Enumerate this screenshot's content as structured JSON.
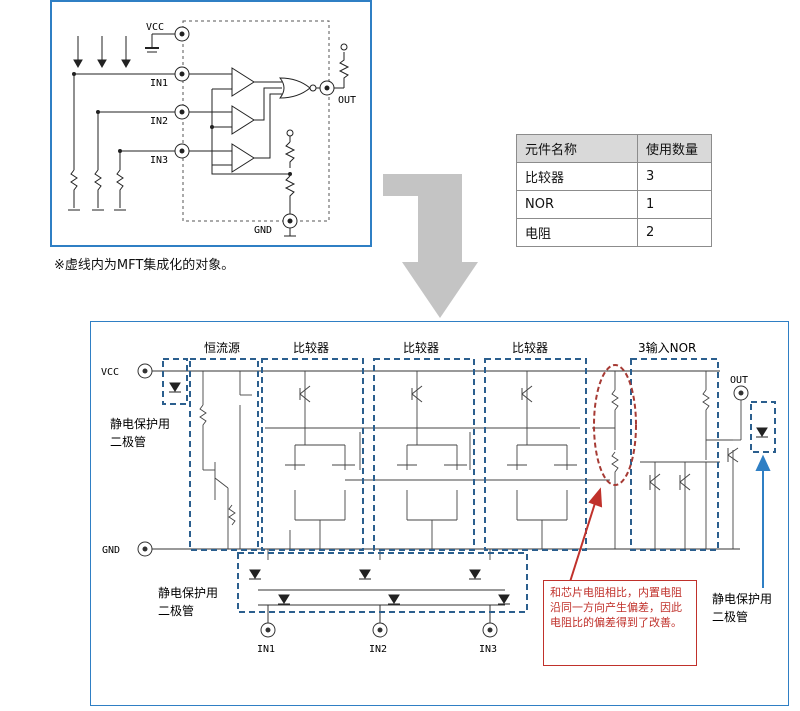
{
  "top_schematic": {
    "pins": {
      "vcc": "VCC",
      "in1": "IN1",
      "in2": "IN2",
      "in3": "IN3",
      "out": "OUT",
      "gnd": "GND"
    }
  },
  "note": "※虚线内为MFT集成化的对象。",
  "component_table": {
    "headers": [
      "元件名称",
      "使用数量"
    ],
    "rows": [
      {
        "name": "比较器",
        "count": "3"
      },
      {
        "name": "NOR",
        "count": "1"
      },
      {
        "name": "电阻",
        "count": "2"
      }
    ]
  },
  "detail_schematic": {
    "block_labels": {
      "constant_current": "恒流源",
      "comparator_1": "比较器",
      "comparator_2": "比较器",
      "comparator_3": "比较器",
      "nor": "3输入NOR"
    },
    "pins": {
      "vcc": "VCC",
      "gnd": "GND",
      "out": "OUT",
      "in1": "IN1",
      "in2": "IN2",
      "in3": "IN3"
    },
    "esd_labels": {
      "left": [
        "静电保护用",
        "二极管"
      ],
      "bottom": [
        "静电保护用",
        "二极管"
      ],
      "right": [
        "静电保护用",
        "二极管"
      ]
    },
    "callout": "和芯片电阻相比，内置电阻沿同一方向产生偏差，因此电阻比的偏差得到了改善。"
  },
  "colors": {
    "frame_blue": "#2f7fc4",
    "block_dash": "#2b5f8e",
    "callout_red": "#c0312b",
    "arrow_gray": "#c4c4c4"
  }
}
